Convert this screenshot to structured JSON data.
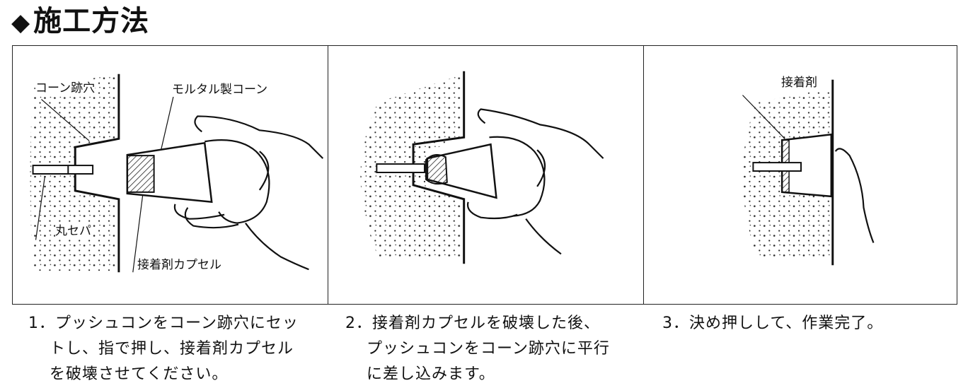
{
  "header": {
    "title": "施工方法",
    "title_mark": "◆"
  },
  "panels": [
    {
      "labels": {
        "cone_hole": "コーン跡穴",
        "mortar_cone": "モルタル製コーン",
        "round_sepa": "丸セパ",
        "adhesive_capsule": "接着剤カプセル"
      }
    },
    {
      "labels": {}
    },
    {
      "labels": {
        "adhesive": "接着剤"
      }
    }
  ],
  "steps": [
    {
      "line1": "1．プッシュコンをコーン跡穴にセッ",
      "line2": "トし、指で押し、接着剤カプセル",
      "line3": "を破壊させてください。"
    },
    {
      "line1": "2．接着剤カプセルを破壊した後、",
      "line2": "プッシュコンをコーン跡穴に平行",
      "line3": "に差し込みます。"
    },
    {
      "line1": "3．決め押しして、作業完了。",
      "line2": "",
      "line3": ""
    }
  ]
}
